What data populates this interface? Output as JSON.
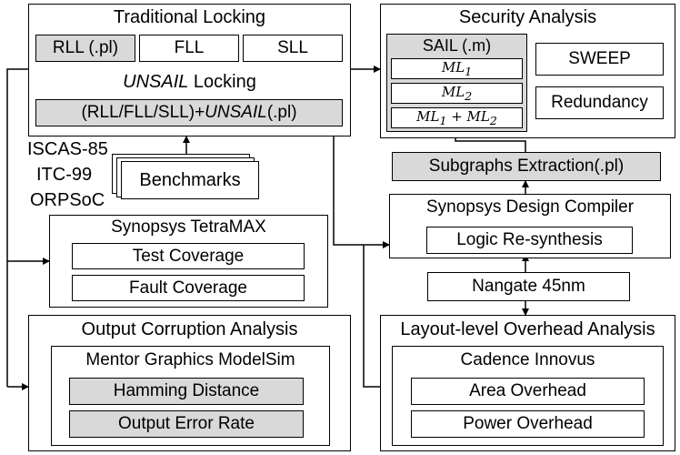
{
  "traditional_locking": {
    "title": "Traditional Locking",
    "rll": "RLL (.pl)",
    "fll": "FLL",
    "sll": "SLL",
    "unsail_word": "UNSAIL",
    "unsail_suffix": " Locking",
    "combined_prefix": "(RLL/FLL/SLL)+",
    "combined_italic": "UNSAIL",
    "combined_suffix": " (.pl)"
  },
  "security_analysis": {
    "title": "Security Analysis",
    "sail": "SAIL (.m)",
    "ml1_base": "ML",
    "ml1_sub": "1",
    "ml2_base": "ML",
    "ml2_sub": "2",
    "ml_sum_a": "ML",
    "ml_sum_a_sub": "1",
    "ml_sum_plus": " + ",
    "ml_sum_b": "ML",
    "ml_sum_b_sub": "2",
    "sweep": "SWEEP",
    "redundancy": "Redundancy"
  },
  "benchmarks": {
    "label": "Benchmarks",
    "iscas": "ISCAS-85",
    "itc": "ITC-99",
    "orpsoc": "ORPSoC"
  },
  "subgraphs": "Subgraphs Extraction(.pl)",
  "synopsys_dc": {
    "title": "Synopsys Design Compiler",
    "logic": "Logic Re-synthesis"
  },
  "tetramax": {
    "title": "Synopsys TetraMAX",
    "test": "Test Coverage",
    "fault": "Fault Coverage"
  },
  "nangate": "Nangate 45nm",
  "output_corruption": {
    "title": "Output Corruption Analysis",
    "modelsim": "Mentor Graphics ModelSim",
    "hamming": "Hamming Distance",
    "error_rate": "Output Error Rate"
  },
  "layout_overhead": {
    "title": "Layout-level Overhead Analysis",
    "innovus": "Cadence Innovus",
    "area": "Area Overhead",
    "power": "Power Overhead"
  }
}
